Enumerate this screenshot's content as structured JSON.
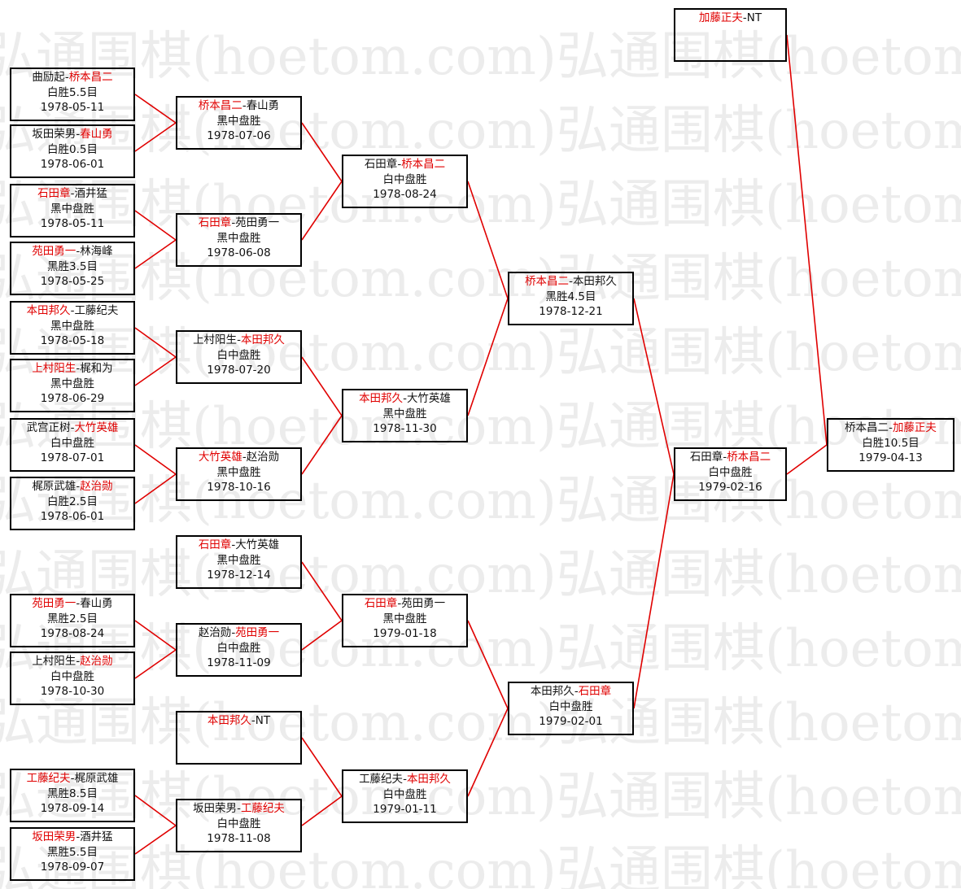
{
  "watermark": {
    "text": "弘通围棋(hoetom.com)"
  },
  "colors": {
    "winner": "#e00000",
    "text": "#111111",
    "line": "#e00000",
    "border": "#000000"
  },
  "matches": [
    {
      "id": "r1m1",
      "p1": "曲励起",
      "p2": "桥本昌二",
      "win": 2,
      "result": "白胜5.5目",
      "date": "1978-05-11"
    },
    {
      "id": "r1m2",
      "p1": "坂田荣男",
      "p2": "春山勇",
      "win": 2,
      "result": "白胜0.5目",
      "date": "1978-06-01"
    },
    {
      "id": "r1m3",
      "p1": "石田章",
      "p2": "酒井猛",
      "win": 1,
      "result": "黑中盘胜",
      "date": "1978-05-11"
    },
    {
      "id": "r1m4",
      "p1": "苑田勇一",
      "p2": "林海峰",
      "win": 1,
      "result": "黑胜3.5目",
      "date": "1978-05-25"
    },
    {
      "id": "r1m5",
      "p1": "本田邦久",
      "p2": "工藤纪夫",
      "win": 1,
      "result": "黑中盘胜",
      "date": "1978-05-18"
    },
    {
      "id": "r1m6",
      "p1": "上村阳生",
      "p2": "梶和为",
      "win": 1,
      "result": "黑中盘胜",
      "date": "1978-06-29"
    },
    {
      "id": "r1m7",
      "p1": "武宫正树",
      "p2": "大竹英雄",
      "win": 2,
      "result": "白中盘胜",
      "date": "1978-07-01"
    },
    {
      "id": "r1m8",
      "p1": "梶原武雄",
      "p2": "赵治勋",
      "win": 2,
      "result": "白胜2.5目",
      "date": "1978-06-01"
    },
    {
      "id": "r1m9",
      "p1": "苑田勇一",
      "p2": "春山勇",
      "win": 1,
      "result": "黑胜2.5目",
      "date": "1978-08-24"
    },
    {
      "id": "r1m10",
      "p1": "上村阳生",
      "p2": "赵治勋",
      "win": 2,
      "result": "白中盘胜",
      "date": "1978-10-30"
    },
    {
      "id": "r1m11",
      "p1": "工藤纪夫",
      "p2": "梶原武雄",
      "win": 1,
      "result": "黑胜8.5目",
      "date": "1978-09-14"
    },
    {
      "id": "r1m12",
      "p1": "坂田荣男",
      "p2": "酒井猛",
      "win": 1,
      "result": "黑胜5.5目",
      "date": "1978-09-07"
    },
    {
      "id": "r2m1",
      "p1": "桥本昌二",
      "p2": "春山勇",
      "win": 1,
      "result": "黑中盘胜",
      "date": "1978-07-06"
    },
    {
      "id": "r2m2",
      "p1": "石田章",
      "p2": "苑田勇一",
      "win": 1,
      "result": "黑中盘胜",
      "date": "1978-06-08"
    },
    {
      "id": "r2m3",
      "p1": "上村阳生",
      "p2": "本田邦久",
      "win": 2,
      "result": "白中盘胜",
      "date": "1978-07-20"
    },
    {
      "id": "r2m4",
      "p1": "大竹英雄",
      "p2": "赵治勋",
      "win": 1,
      "result": "黑中盘胜",
      "date": "1978-10-16"
    },
    {
      "id": "r2m5",
      "p1": "石田章",
      "p2": "大竹英雄",
      "win": 1,
      "result": "黑中盘胜",
      "date": "1978-12-14"
    },
    {
      "id": "r2m6",
      "p1": "赵治勋",
      "p2": "苑田勇一",
      "win": 2,
      "result": "白中盘胜",
      "date": "1978-11-09"
    },
    {
      "id": "r2m7",
      "p1": "本田邦久",
      "p2": "NT",
      "win": 1,
      "result": "",
      "date": ""
    },
    {
      "id": "r2m8",
      "p1": "坂田荣男",
      "p2": "工藤纪夫",
      "win": 2,
      "result": "白中盘胜",
      "date": "1978-11-08"
    },
    {
      "id": "r3m1",
      "p1": "石田章",
      "p2": "桥本昌二",
      "win": 2,
      "result": "白中盘胜",
      "date": "1978-08-24"
    },
    {
      "id": "r3m2",
      "p1": "本田邦久",
      "p2": "大竹英雄",
      "win": 1,
      "result": "黑中盘胜",
      "date": "1978-11-30"
    },
    {
      "id": "r3m3",
      "p1": "石田章",
      "p2": "苑田勇一",
      "win": 1,
      "result": "黑中盘胜",
      "date": "1979-01-18"
    },
    {
      "id": "r3m4",
      "p1": "工藤纪夫",
      "p2": "本田邦久",
      "win": 2,
      "result": "白中盘胜",
      "date": "1979-01-11"
    },
    {
      "id": "r4m1",
      "p1": "桥本昌二",
      "p2": "本田邦久",
      "win": 1,
      "result": "黑胜4.5目",
      "date": "1978-12-21"
    },
    {
      "id": "r4m2",
      "p1": "本田邦久",
      "p2": "石田章",
      "win": 2,
      "result": "白中盘胜",
      "date": "1979-02-01"
    },
    {
      "id": "r5m1",
      "p1": "石田章",
      "p2": "桥本昌二",
      "win": 2,
      "result": "白中盘胜",
      "date": "1979-02-16"
    },
    {
      "id": "seed",
      "p1": "加藤正夫",
      "p2": "NT",
      "win": 1,
      "result": "",
      "date": ""
    },
    {
      "id": "final",
      "p1": "桥本昌二",
      "p2": "加藤正夫",
      "win": 2,
      "result": "白胜10.5目",
      "date": "1979-04-13"
    }
  ],
  "connections": [
    [
      "r1m1",
      "r2m1"
    ],
    [
      "r1m2",
      "r2m1"
    ],
    [
      "r1m3",
      "r2m2"
    ],
    [
      "r1m4",
      "r2m2"
    ],
    [
      "r1m5",
      "r2m3"
    ],
    [
      "r1m6",
      "r2m3"
    ],
    [
      "r1m7",
      "r2m4"
    ],
    [
      "r1m8",
      "r2m4"
    ],
    [
      "r1m9",
      "r2m6"
    ],
    [
      "r1m10",
      "r2m6"
    ],
    [
      "r1m11",
      "r2m8"
    ],
    [
      "r1m12",
      "r2m8"
    ],
    [
      "r2m1",
      "r3m1"
    ],
    [
      "r2m2",
      "r3m1"
    ],
    [
      "r2m3",
      "r3m2"
    ],
    [
      "r2m4",
      "r3m2"
    ],
    [
      "r2m5",
      "r3m3"
    ],
    [
      "r2m6",
      "r3m3"
    ],
    [
      "r2m7",
      "r3m4"
    ],
    [
      "r2m8",
      "r3m4"
    ],
    [
      "r3m1",
      "r4m1"
    ],
    [
      "r3m2",
      "r4m1"
    ],
    [
      "r3m3",
      "r4m2"
    ],
    [
      "r3m4",
      "r4m2"
    ],
    [
      "r4m1",
      "r5m1"
    ],
    [
      "r4m2",
      "r5m1"
    ],
    [
      "r5m1",
      "final"
    ],
    [
      "seed",
      "final"
    ]
  ]
}
